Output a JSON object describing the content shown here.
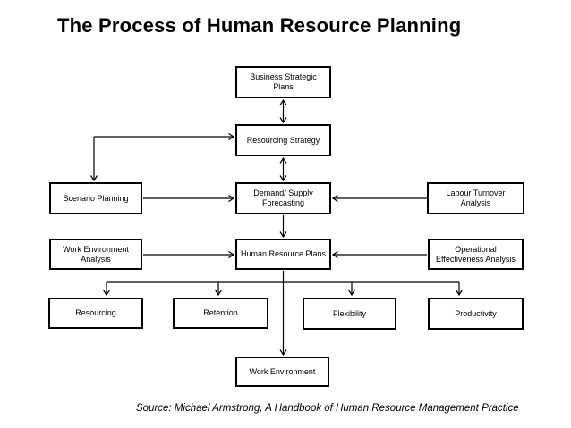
{
  "title": "The Process of Human Resource Planning",
  "source_note": "Source: Michael Armstrong, A Handbook of Human Resource Management Practice",
  "colors": {
    "line": "#000000",
    "text": "#000000",
    "background": "#ffffff"
  },
  "boxes": {
    "business_strategic_plans": {
      "label": "Business Strategic Plans"
    },
    "resourcing_strategy": {
      "label": "Resourcing Strategy"
    },
    "scenario_planning": {
      "label": "Scenario Planning"
    },
    "demand_supply_forecasting": {
      "label": "Demand/ Supply Forecasting"
    },
    "labour_turnover_analysis": {
      "label": "Labour Turnover Analysis"
    },
    "work_environment_analysis": {
      "label": "Work Environment Analysis"
    },
    "human_resource_plans": {
      "label": "Human Resource Plans"
    },
    "operational_effectiveness_analysis": {
      "label": "Operational Effectiveness Analysis"
    },
    "resourcing": {
      "label": "Resourcing"
    },
    "retention": {
      "label": "Retention"
    },
    "flexibility": {
      "label": "Flexibility"
    },
    "productivity": {
      "label": "Productivity"
    },
    "work_environment": {
      "label": "Work Environment"
    }
  },
  "connections": [
    "Business Strategic Plans <-> Resourcing Strategy",
    "Resourcing Strategy <-> Demand/ Supply Forecasting",
    "Resourcing Strategy -> Scenario Planning",
    "Scenario Planning -> Demand/ Supply Forecasting",
    "Labour Turnover Analysis -> Demand/ Supply Forecasting",
    "Demand/ Supply Forecasting -> Human Resource Plans",
    "Work Environment Analysis -> Human Resource Plans",
    "Operational Effectiveness Analysis -> Human Resource Plans",
    "Human Resource Plans -> Resourcing",
    "Human Resource Plans -> Retention",
    "Human Resource Plans -> Flexibility",
    "Human Resource Plans -> Productivity",
    "Human Resource Plans -> Work Environment"
  ]
}
